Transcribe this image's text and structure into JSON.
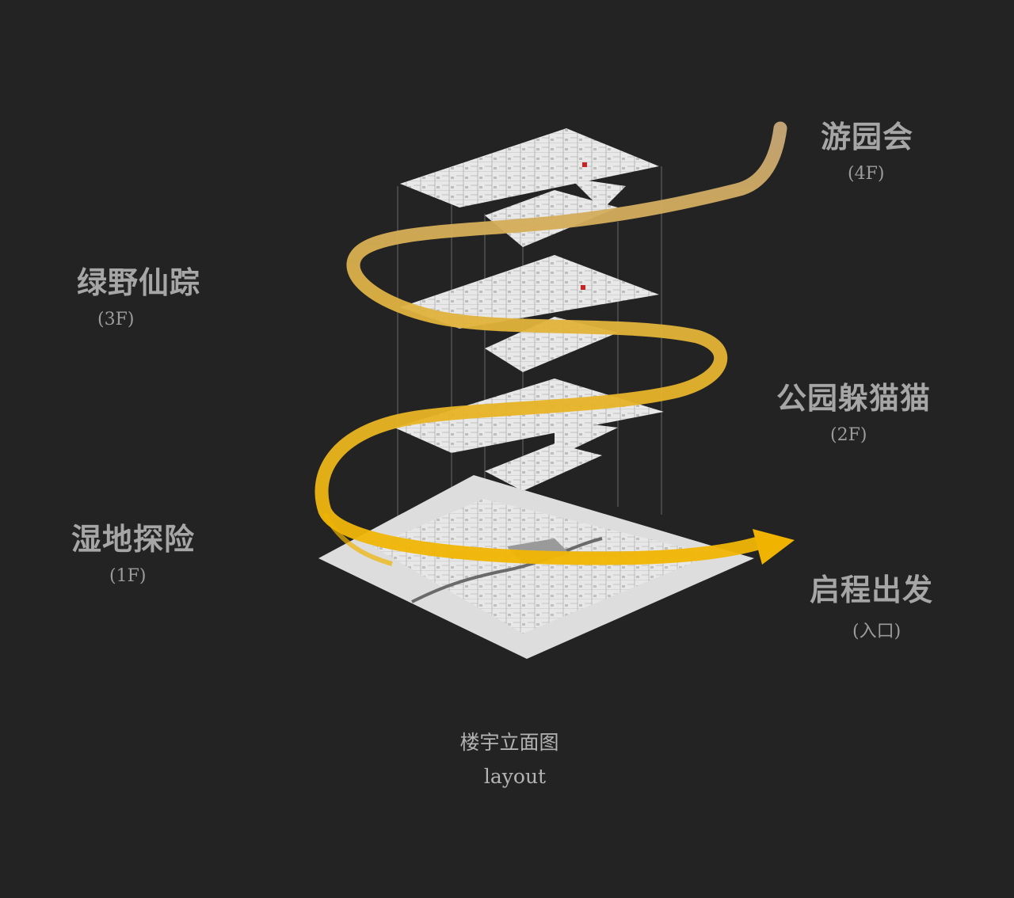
{
  "zones": {
    "f4": {
      "name": "游园会",
      "floor": "(4F)"
    },
    "f3": {
      "name": "绿野仙踪",
      "floor": "(3F)"
    },
    "f2": {
      "name": "公园躲猫猫",
      "floor": "(2F)"
    },
    "f1": {
      "name": "湿地探险",
      "floor": "(1F)"
    },
    "entry": {
      "name": "启程出发",
      "floor": "(入口)"
    }
  },
  "caption": {
    "title_cn": "楼宇立面图",
    "title_en": "layout"
  },
  "colors": {
    "background": "#232323",
    "path_start": "#c8a870",
    "path_end": "#f0b400",
    "plan_fill": "#e6e6e6",
    "label_text": "#a6a6a6"
  }
}
